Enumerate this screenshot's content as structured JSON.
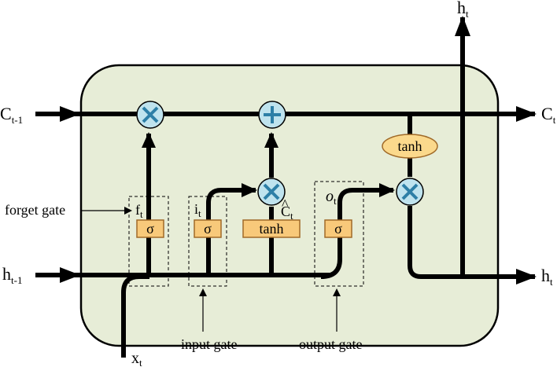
{
  "colors": {
    "cell_fill": "#e7edd7",
    "cell_stroke": "#000000",
    "gate_fill": "#f8c97a",
    "gate_stroke": "#a06a28",
    "op_fill": "#bfe3ee",
    "op_symbol": "#2d7fa7",
    "tanh_fill": "#fbd98c",
    "line": "#000000"
  },
  "inputs": {
    "c_prev": {
      "base": "C",
      "sub": "t-1"
    },
    "h_prev": {
      "base": "h",
      "sub": "t-1"
    },
    "x": {
      "base": "x",
      "sub": "t"
    }
  },
  "outputs": {
    "c": {
      "base": "C",
      "sub": "t"
    },
    "h_right": {
      "base": "h",
      "sub": "t"
    },
    "h_top": {
      "base": "h",
      "sub": "t"
    }
  },
  "gates": {
    "forget": {
      "symbol": "σ",
      "var_base": "f",
      "var_sub": "t",
      "label": "forget gate"
    },
    "input": {
      "symbol": "σ",
      "var_base": "i",
      "var_sub": "t",
      "label": "input gate"
    },
    "candidate": {
      "symbol": "tanh",
      "var_base": "C",
      "var_hat": "^",
      "var_sub": "t"
    },
    "output": {
      "symbol": "σ",
      "var_base": "o",
      "var_sub": "t",
      "label": "output gate"
    }
  },
  "cell_state_tanh": "tanh",
  "operators": {
    "forget_multiply": "multiply-icon",
    "add": "add-icon",
    "input_multiply": "multiply-icon",
    "output_multiply": "multiply-icon"
  }
}
